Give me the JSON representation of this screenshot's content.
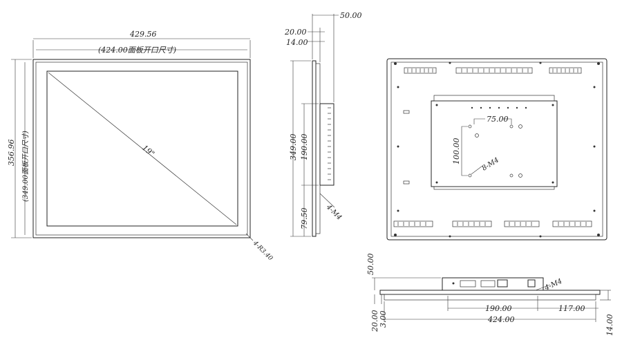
{
  "front_view": {
    "overall_width": "429.56",
    "cutout_width": "(424.00面板开口尺寸)",
    "overall_height": "356.96",
    "cutout_height": "(349.00面板开口尺寸)",
    "diagonal": "19\"",
    "corner_radius": "4-R3.40"
  },
  "side_view": {
    "depth_total": "50.00",
    "bezel_depth": "20.00",
    "frame_depth": "14.00",
    "height_349": "349.00",
    "height_190": "190.00",
    "offset_79": "79.50",
    "screw_callout": "4-M4"
  },
  "rear_view": {
    "vesa_horizontal": "75.00",
    "vesa_vertical": "100.00",
    "screw_callout": "8-M4"
  },
  "bottom_view": {
    "depth_total": "50.00",
    "bezel_depth": "20.00",
    "rim_depth": "3.00",
    "mount_spacing": "190.00",
    "edge_offset": "117.00",
    "cutout_width": "424.00",
    "frame_depth": "14.00",
    "screw_callout": "4-M4"
  }
}
